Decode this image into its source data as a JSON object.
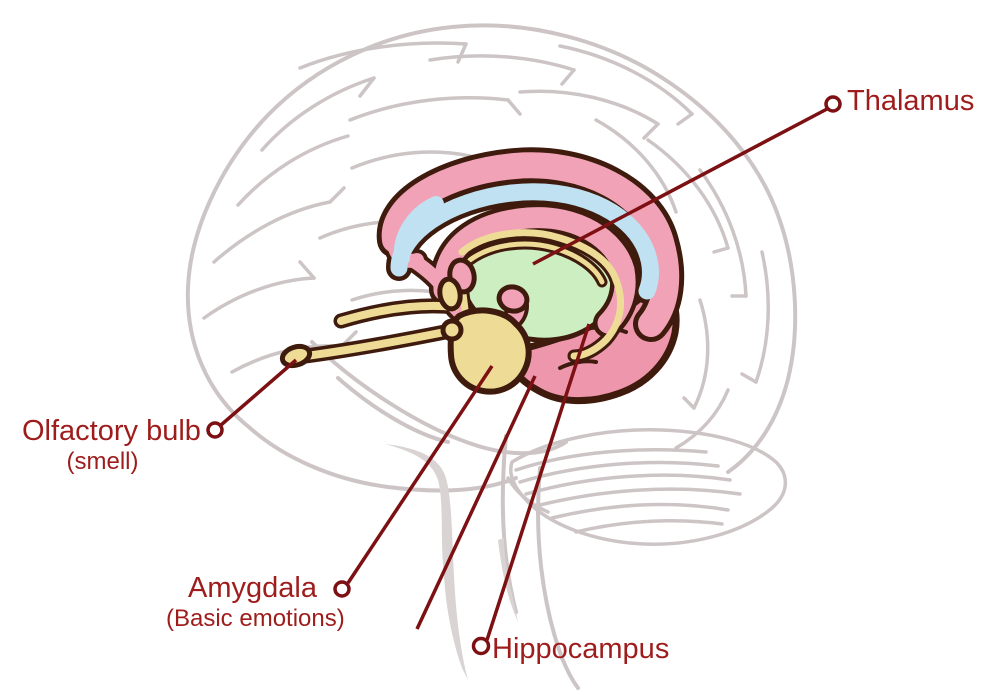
{
  "diagram": {
    "type": "anatomical-diagram",
    "subject": "Limbic system of the human brain",
    "labels": {
      "thalamus": {
        "text": "Thalamus"
      },
      "olfactory_bulb": {
        "text": "Olfactory bulb",
        "sub": "(smell)"
      },
      "amygdala": {
        "text": "Amygdala",
        "sub": "(Basic emotions)"
      },
      "hippocampus": {
        "text": "Hippocampus"
      }
    }
  },
  "colors": {
    "background": "#ffffff",
    "label_text": "#9e1d1c",
    "pointer_line": "#7c1012",
    "outline_dark": "#3f1b0e",
    "pink": "#f2a2b6",
    "pink_lobe": "#ee96ac",
    "blue": "#bfe1f1",
    "green": "#cdeec0",
    "yellow": "#eedc96",
    "brain_gray": "#cdc5c5",
    "brain_gray_fill": "#d9d3d3"
  }
}
